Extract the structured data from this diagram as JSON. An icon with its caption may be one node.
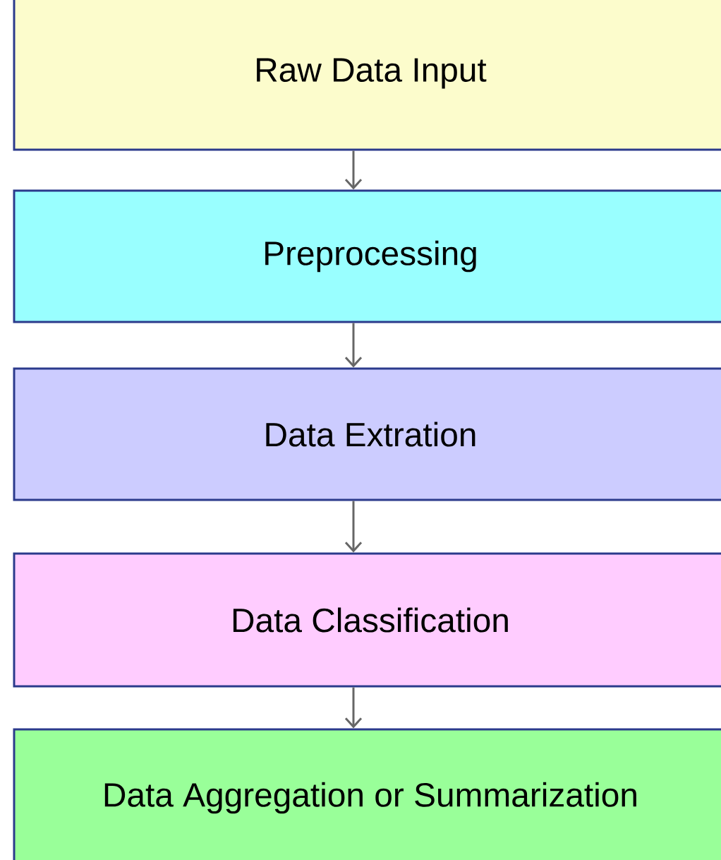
{
  "diagram": {
    "nodes": [
      {
        "text": [
          "Raw Data Input"
        ]
      },
      {
        "text": [
          "Preprocessing"
        ]
      },
      {
        "text": [
          "Data Extration"
        ]
      },
      {
        "text": [
          "Data Classification"
        ]
      },
      {
        "text": [
          "Data Aggregation or Summarization"
        ]
      }
    ],
    "edges": [
      {
        "from": 0,
        "to": 1,
        "arrow": "to"
      },
      {
        "from": 1,
        "to": 2,
        "arrow": "to"
      },
      {
        "from": 2,
        "to": 3,
        "arrow": "to"
      },
      {
        "from": 3,
        "to": 4,
        "arrow": "to"
      }
    ]
  }
}
